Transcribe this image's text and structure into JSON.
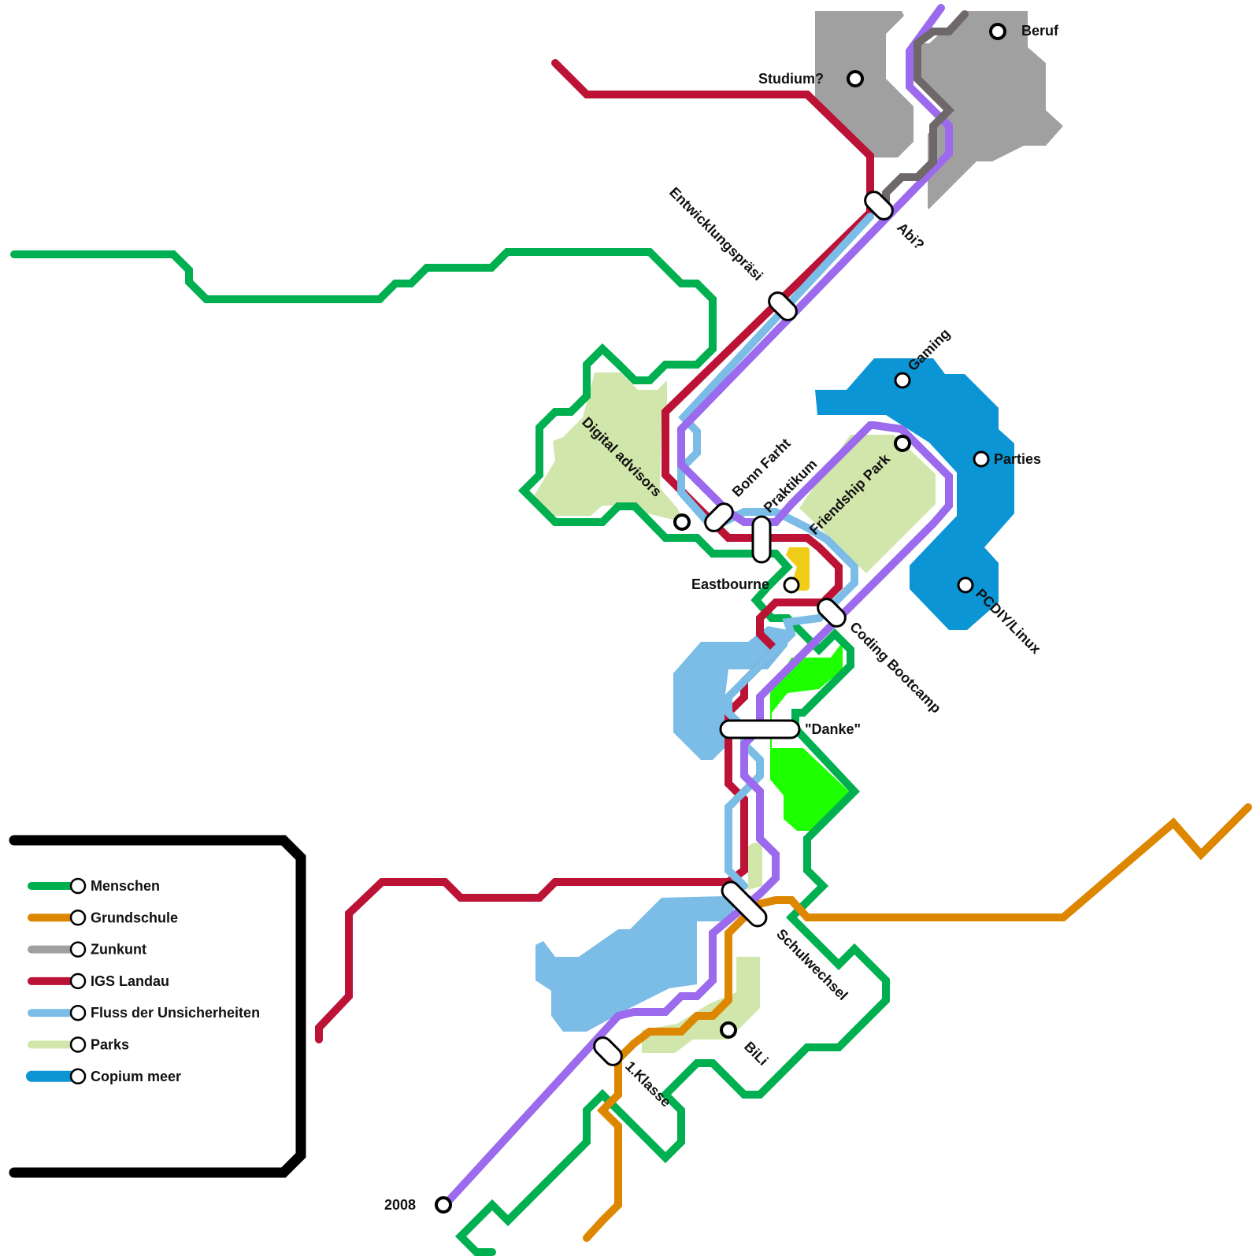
{
  "map": {
    "colors": {
      "menschen": "#00b050",
      "grundschule": "#dd8600",
      "zunkunft": "#a0a0a0",
      "zunkunft_line": "#6e6868",
      "igs": "#bb1236",
      "fluss": "#7bbde6",
      "parks": "#d1e6aa",
      "copium": "#0b95d5",
      "purple": "#9b6aed",
      "bright_green": "#1eff00",
      "yellow": "#f0cd16",
      "frame": "#000000"
    },
    "stations": {
      "beruf": "Beruf",
      "studium": "Studium?",
      "abi": "Abi?",
      "entwicklungspraesi": "Entwicklungspräsi",
      "gaming": "Gaming",
      "parties": "Parties",
      "friendship_park": "Friendship Park",
      "pcdiy": "PCDIY/Linux",
      "digital_advisors": "Digital advisors",
      "bonn_farht": "Bonn Farht",
      "praktikum": "Praktikum",
      "eastbourne": "Eastbourne",
      "coding_bootcamp": "Coding Bootcamp",
      "danke": "\"Danke\"",
      "schulwechsel": "Schulwechsel",
      "bili": "BiLi",
      "klasse1": "1.Klasse",
      "year2008": "2008"
    }
  },
  "legend": {
    "items": [
      {
        "label": "Menschen",
        "color": "#00b050"
      },
      {
        "label": "Grundschule",
        "color": "#dd8600"
      },
      {
        "label": "Zunkunt",
        "color": "#a0a0a0"
      },
      {
        "label": "IGS Landau",
        "color": "#bb1236"
      },
      {
        "label": "Fluss der Unsicherheiten",
        "color": "#7bbde6"
      },
      {
        "label": "Parks",
        "color": "#d1e6aa"
      },
      {
        "label": "Copium meer",
        "color": "#0b95d5"
      }
    ]
  }
}
